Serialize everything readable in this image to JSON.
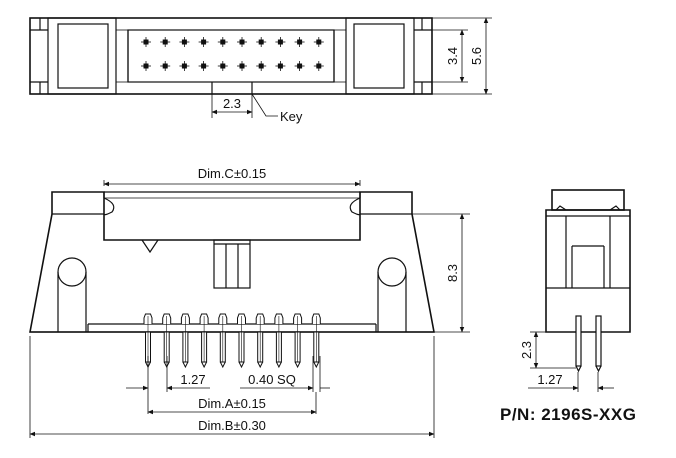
{
  "part_number": "P/N: 2196S-XXG",
  "top_view": {
    "dims": {
      "height_inner": "3.4",
      "height_outer": "5.6",
      "key_width": "2.3",
      "key_label": "Key"
    },
    "pin_rows": 2,
    "pin_columns": 10
  },
  "front_view": {
    "dims": {
      "dim_c": "Dim.C±0.15",
      "height": "8.3",
      "pitch": "1.27",
      "pin_size": "0.40 SQ",
      "dim_a": "Dim.A±0.15",
      "dim_b": "Dim.B±0.30"
    },
    "pin_count": 10
  },
  "side_view": {
    "dims": {
      "pin_length": "2.3",
      "pitch": "1.27"
    }
  }
}
